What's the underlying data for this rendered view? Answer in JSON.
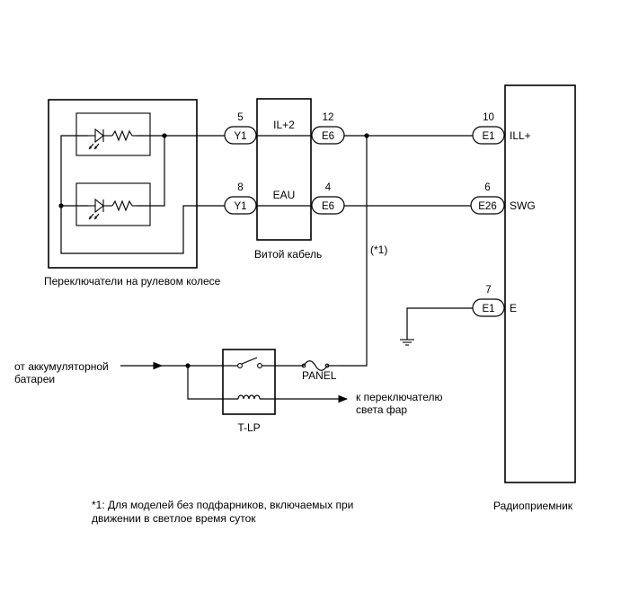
{
  "switch_assembly": {
    "label": "Переключатели на рулевом колесе"
  },
  "spiral_cable": {
    "label": "Витой кабель",
    "circuits": [
      "IL+2",
      "EAU"
    ]
  },
  "radio": {
    "label": "Радиоприемник",
    "terminals": [
      "ILL+",
      "SWG",
      "E"
    ]
  },
  "connectors": [
    {
      "name": "Y1",
      "pin": "5"
    },
    {
      "name": "Y1",
      "pin": "8"
    },
    {
      "name": "E6",
      "pin": "12"
    },
    {
      "name": "E6",
      "pin": "4"
    },
    {
      "name": "E1",
      "pin": "10"
    },
    {
      "name": "E26",
      "pin": "6"
    },
    {
      "name": "E1",
      "pin": "7"
    }
  ],
  "battery_label": [
    "от аккумуляторной",
    "батареи"
  ],
  "relay_label": "T-LP",
  "fuse_label": "PANEL",
  "headlight_switch_label": [
    "к переключателю",
    "света фар"
  ],
  "note_ref": "(*1)",
  "footnote": [
    "*1: Для моделей без подфарников, включаемых при",
    "движении в светлое время суток"
  ]
}
